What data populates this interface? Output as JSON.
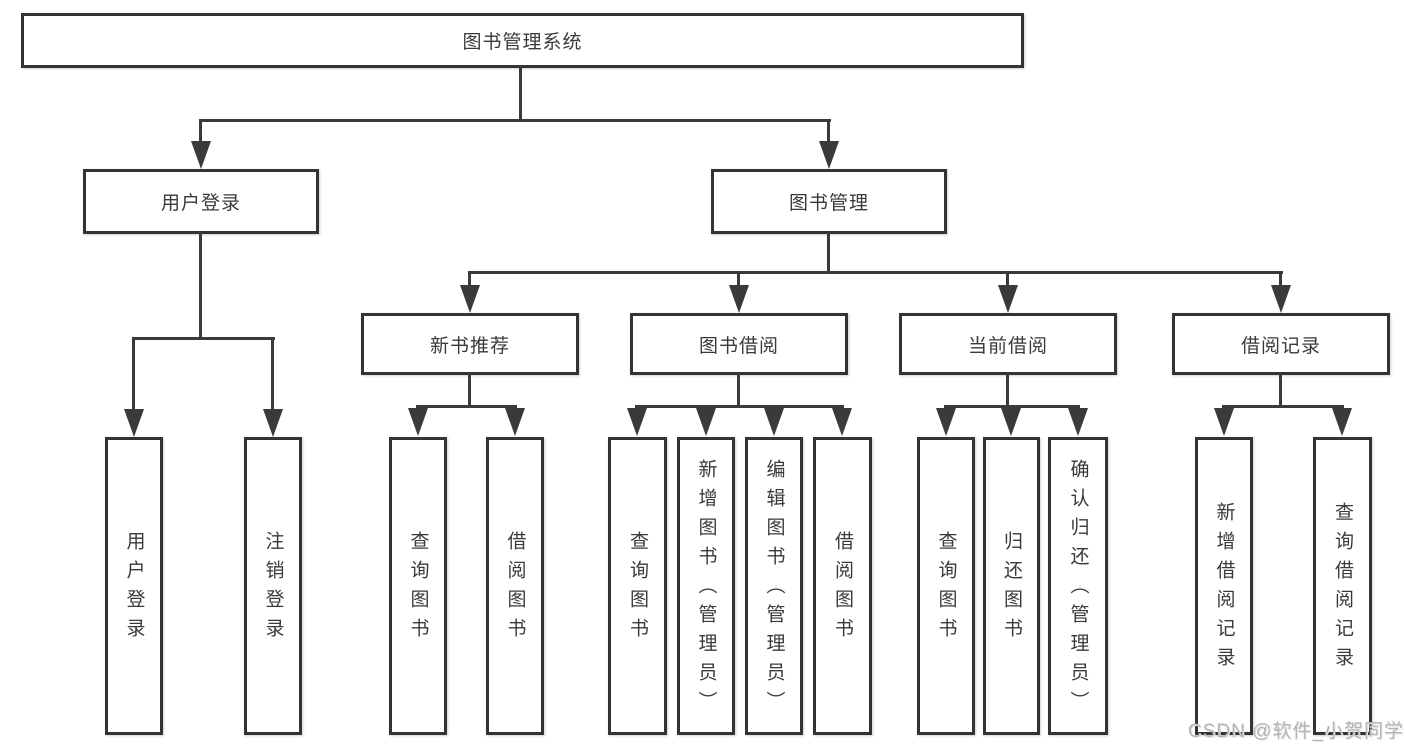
{
  "diagram": {
    "root": {
      "label": "图书管理系统"
    },
    "user_login": {
      "label": "用户登录",
      "children": {
        "login": {
          "label": "用户登录"
        },
        "logout": {
          "label": "注销登录"
        }
      }
    },
    "book_mgmt": {
      "label": "图书管理",
      "new_book": {
        "label": "新书推荐",
        "children": {
          "query_book": {
            "label": "查询图书"
          },
          "borrow_book": {
            "label": "借阅图书"
          }
        }
      },
      "book_borrow": {
        "label": "图书借阅",
        "children": {
          "query_book": {
            "label": "查询图书"
          },
          "add_book": {
            "label": "新增图书（管理员）"
          },
          "edit_book": {
            "label": "编辑图书（管理员）"
          },
          "borrow_book": {
            "label": "借阅图书"
          }
        }
      },
      "current_borrow": {
        "label": "当前借阅",
        "children": {
          "query_book": {
            "label": "查询图书"
          },
          "return_book": {
            "label": "归还图书"
          },
          "confirm_return": {
            "label": "确认归还（管理员）"
          }
        }
      },
      "borrow_record": {
        "label": "借阅记录",
        "children": {
          "add_record": {
            "label": "新增借阅记录"
          },
          "query_record": {
            "label": "查询借阅记录"
          }
        }
      }
    }
  },
  "colors": {
    "line": "#3a3a3a",
    "box_border": "#333333",
    "text": "#3a3a3a",
    "watermark": "#b5b5b5"
  },
  "watermark": {
    "text": "CSDN @软件_小贺同学"
  }
}
